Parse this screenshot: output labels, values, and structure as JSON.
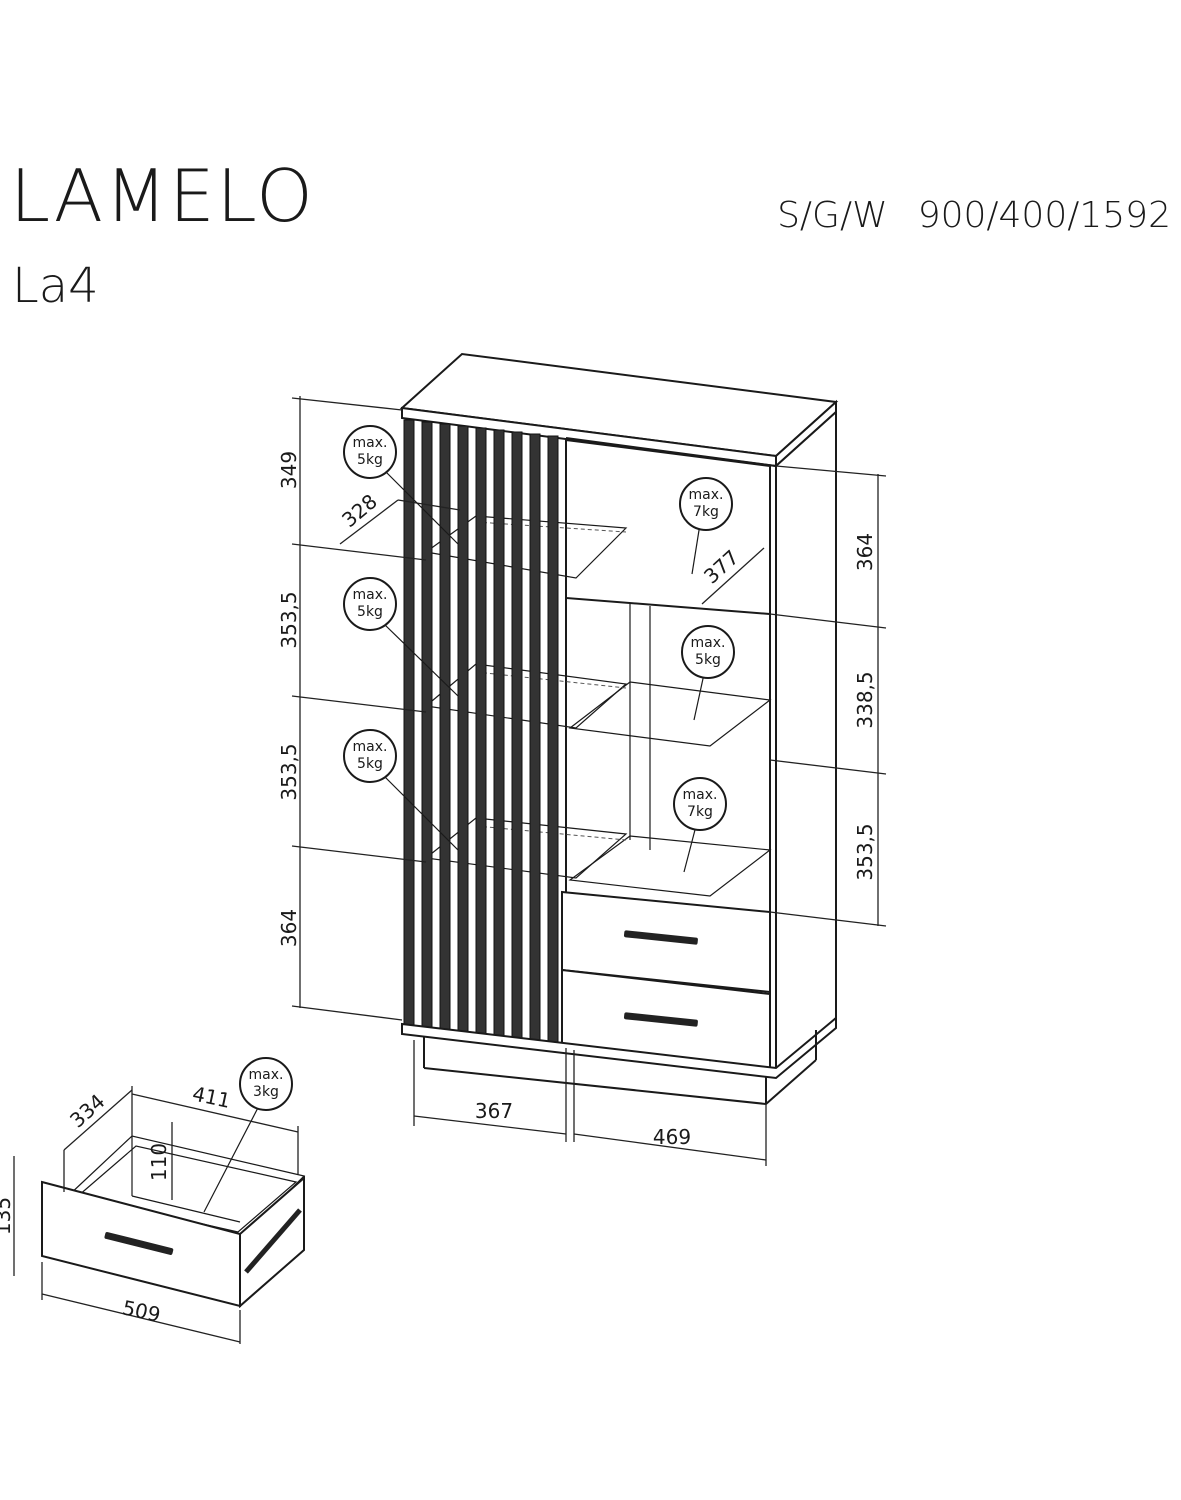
{
  "header": {
    "brand": "LAMELO",
    "model": "La4",
    "dims_label": "S/G/W",
    "dims_value": "900/400/1592"
  },
  "left_heights": [
    "349",
    "353,5",
    "353,5",
    "364"
  ],
  "right_heights": [
    "364",
    "338,5",
    "353,5"
  ],
  "shelf_depths": [
    "328",
    "377"
  ],
  "bottom_widths": [
    "367",
    "469"
  ],
  "load_badges": [
    {
      "line1": "max.",
      "line2": "5kg"
    },
    {
      "line1": "max.",
      "line2": "5kg"
    },
    {
      "line1": "max.",
      "line2": "5kg"
    },
    {
      "line1": "max.",
      "line2": "7kg"
    },
    {
      "line1": "max.",
      "line2": "5kg"
    },
    {
      "line1": "max.",
      "line2": "7kg"
    },
    {
      "line1": "max.",
      "line2": "3kg"
    }
  ],
  "drawer": {
    "depth": "334",
    "width": "411",
    "inner_height": "110",
    "front_height": "135",
    "front_width": "509"
  }
}
